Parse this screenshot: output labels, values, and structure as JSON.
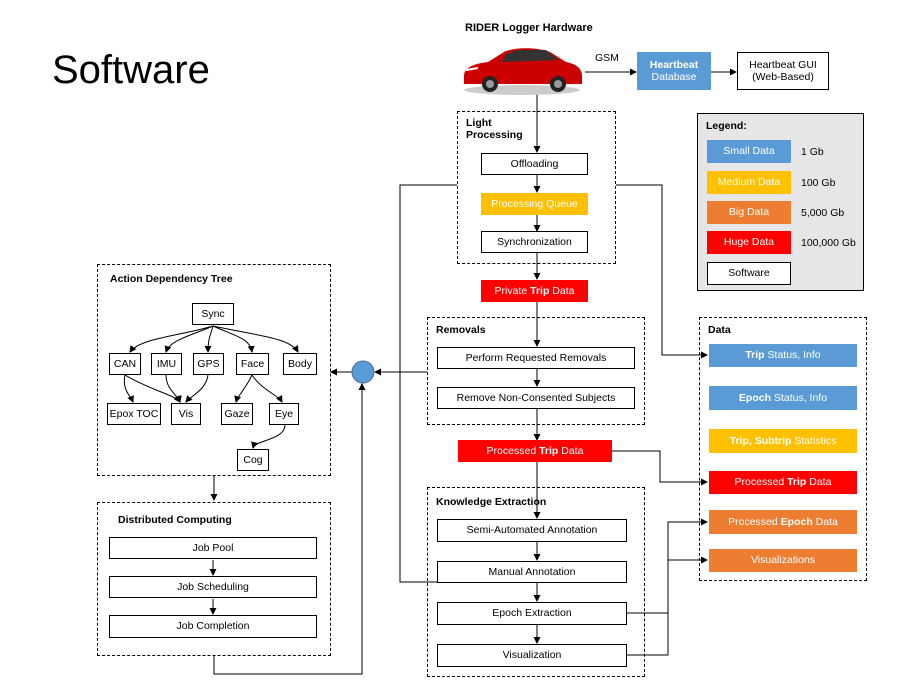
{
  "page": {
    "title": "Software"
  },
  "hardware": {
    "title": "RIDER Logger Hardware",
    "gsm_label": "GSM",
    "heartbeat_db": [
      "Heartbeat",
      "Database"
    ],
    "heartbeat_gui": [
      "Heartbeat GUI",
      "(Web-Based)"
    ]
  },
  "light_processing": {
    "title": [
      "Light",
      "Processing"
    ],
    "steps": [
      "Offloading",
      "Processing Queue",
      "Synchronization"
    ]
  },
  "private_trip": {
    "prefix": "Private ",
    "bold": "Trip",
    "suffix": " Data"
  },
  "removals": {
    "title": "Removals",
    "steps": [
      "Perform Requested Removals",
      "Remove Non-Consented Subjects"
    ]
  },
  "processed_trip": {
    "prefix": "Processed ",
    "bold": "Trip",
    "suffix": " Data"
  },
  "knowledge": {
    "title": "Knowledge Extraction",
    "steps": [
      "Semi-Automated Annotation",
      "Manual Annotation",
      "Epoch Extraction",
      "Visualization"
    ]
  },
  "action_tree": {
    "title": "Action Dependency Tree",
    "sync": "Sync",
    "level1": [
      "CAN",
      "IMU",
      "GPS",
      "Face",
      "Body"
    ],
    "level2": [
      "Epox TOC",
      "Vis",
      "Gaze",
      "Eye"
    ],
    "level3": "Cog"
  },
  "distributed": {
    "title": "Distributed Computing",
    "steps": [
      "Job Pool",
      "Job Scheduling",
      "Job Completion"
    ]
  },
  "legend": {
    "title": "Legend:",
    "items": [
      {
        "label": "Small Data",
        "value": "1 Gb",
        "color": "#5b9bd5"
      },
      {
        "label": "Medium Data",
        "value": "100 Gb",
        "color": "#ffc000"
      },
      {
        "label": "Big Data",
        "value": "5,000 Gb",
        "color": "#ed7d31"
      },
      {
        "label": "Huge Data",
        "value": "100,000 Gb",
        "color": "#ff0000"
      },
      {
        "label": "Software",
        "value": "",
        "color": "#ffffff"
      }
    ]
  },
  "data_panel": {
    "title": "Data",
    "items": [
      {
        "bold": "Trip",
        "rest": " Status, Info"
      },
      {
        "bold": "Epoch",
        "rest": " Status, Info"
      },
      {
        "bold": "Trip, Subtrip",
        "rest": " Statistics"
      },
      {
        "pre": "Processed ",
        "bold": "Trip",
        "rest": " Data"
      },
      {
        "pre": "Processed ",
        "bold": "Epoch",
        "rest": " Data"
      },
      {
        "pre": "",
        "bold": "",
        "rest": "Visualizations"
      }
    ]
  }
}
